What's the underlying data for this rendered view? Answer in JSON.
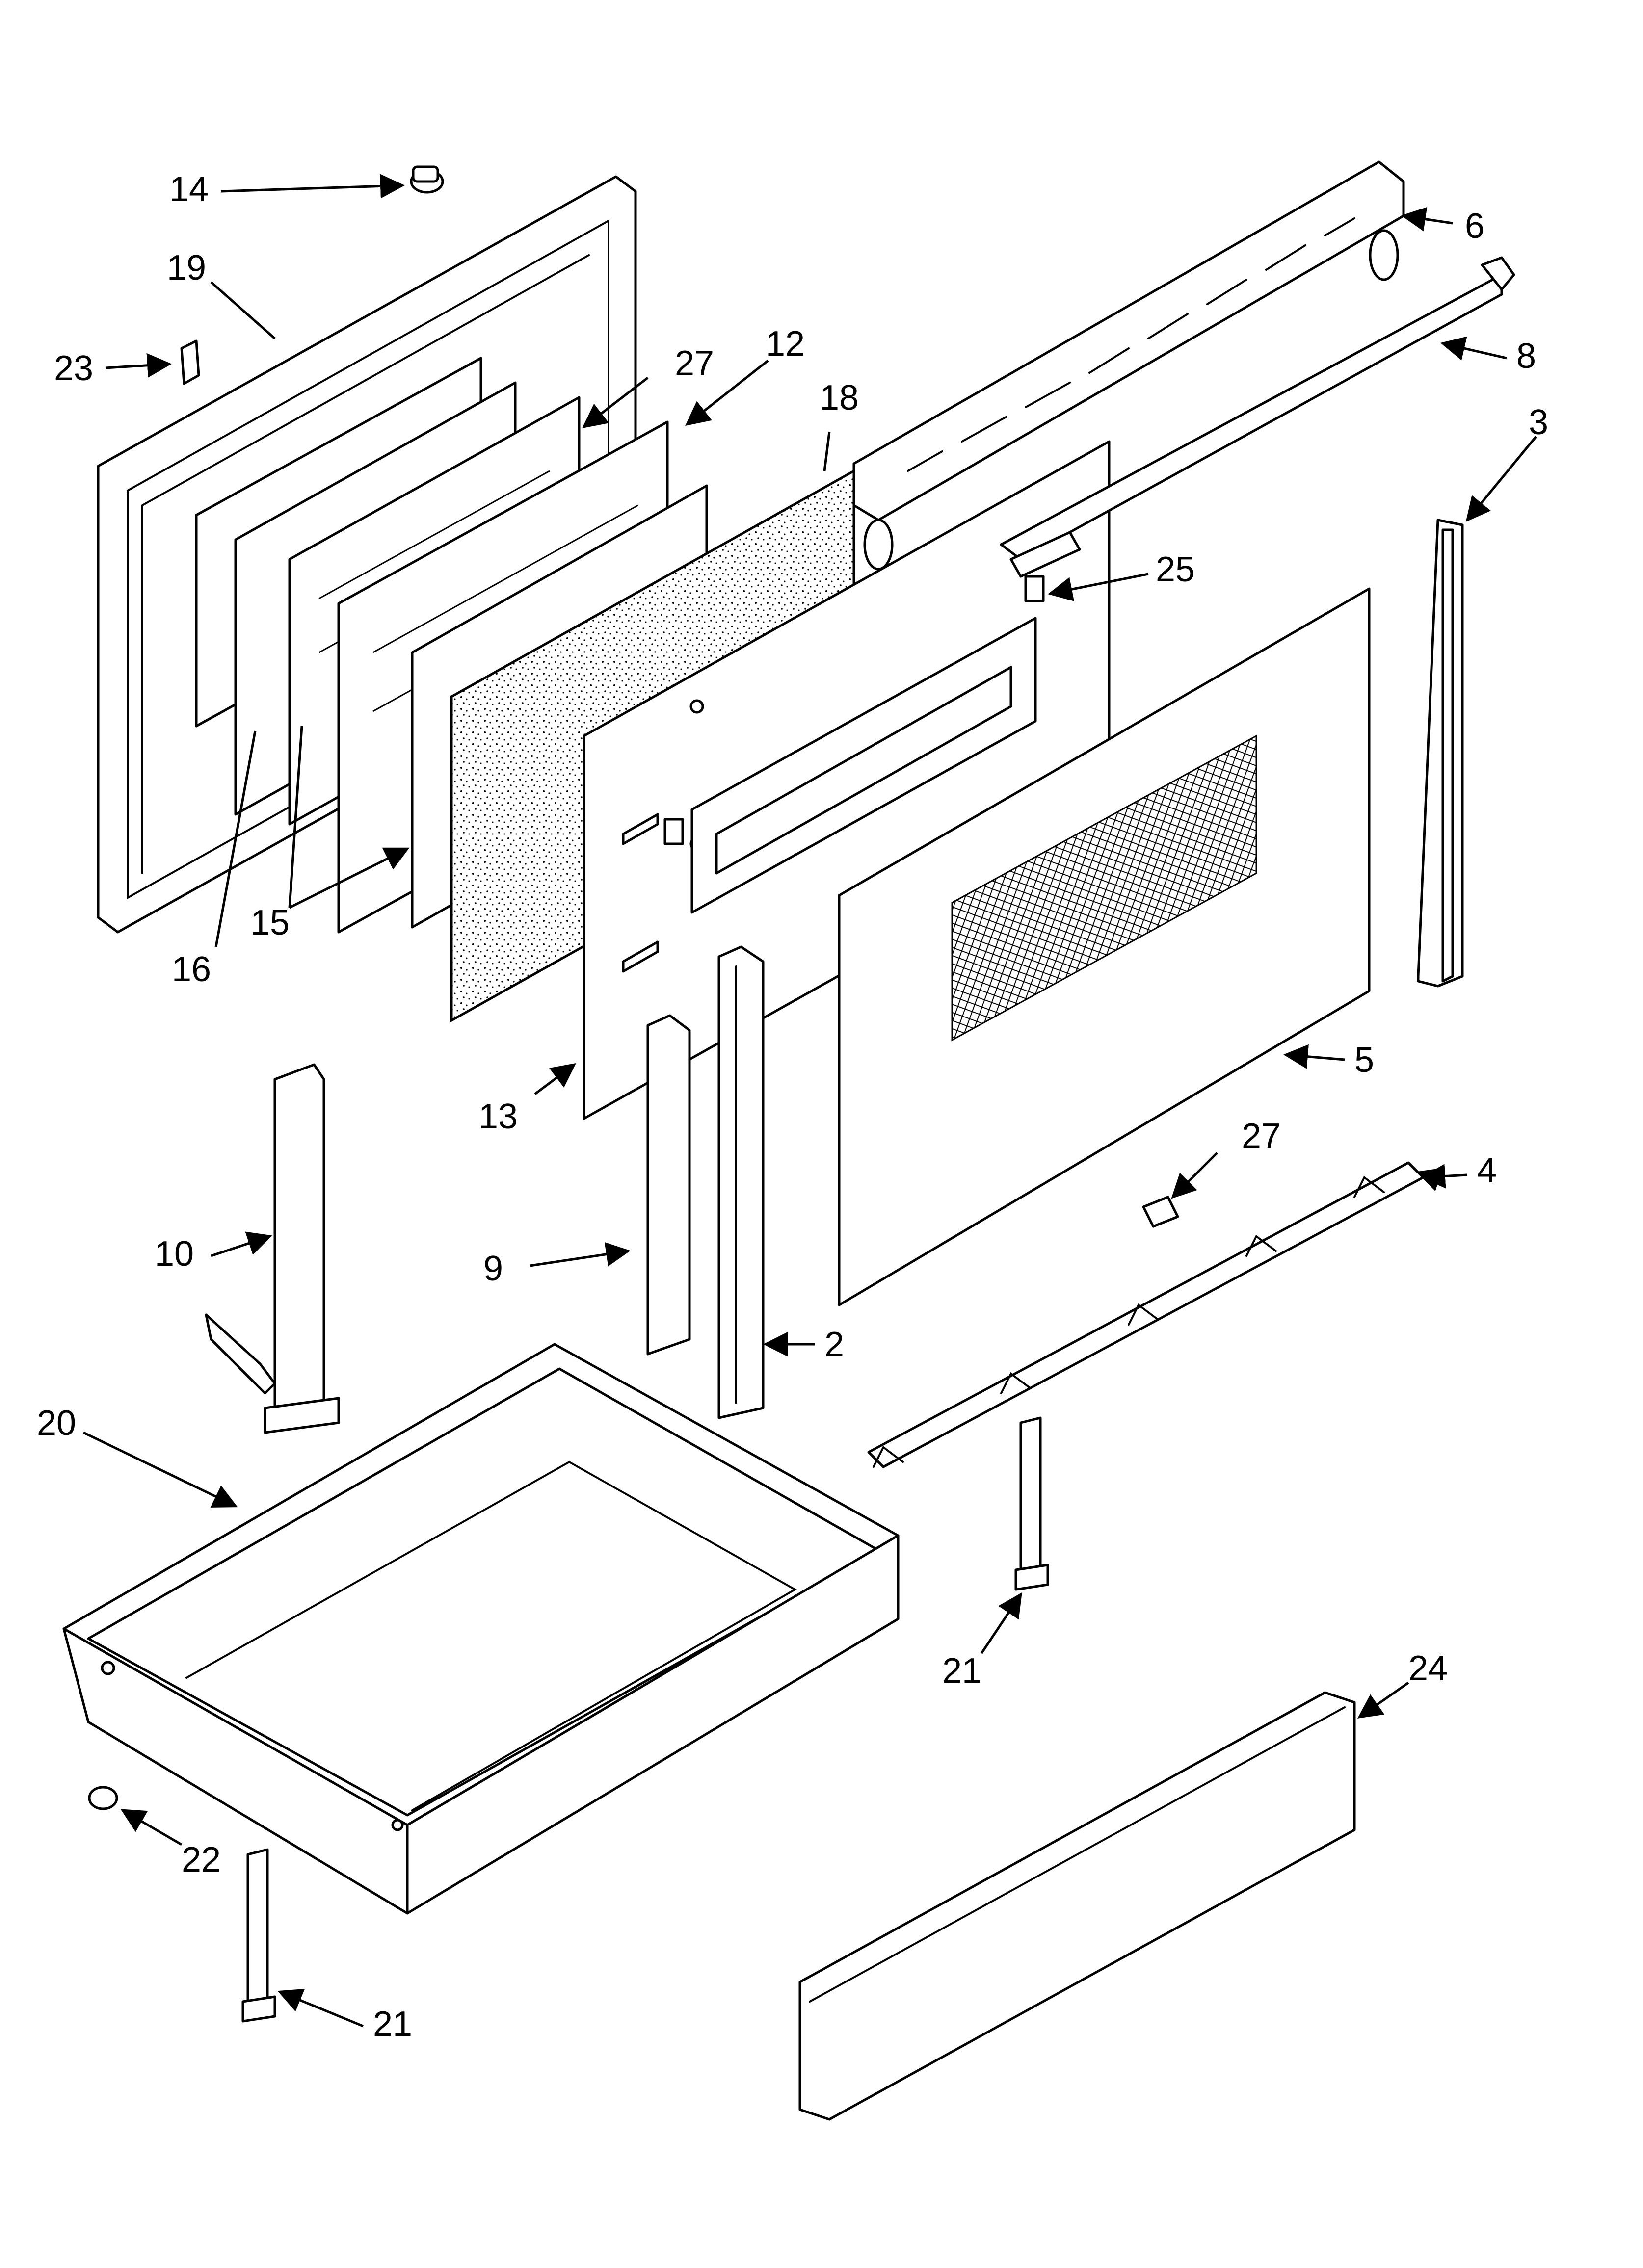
{
  "callouts": {
    "c2": "2",
    "c3": "3",
    "c4": "4",
    "c5": "5",
    "c6": "6",
    "c8": "8",
    "c9": "9",
    "c10": "10",
    "c12": "12",
    "c13": "13",
    "c14": "14",
    "c15": "15",
    "c16": "16",
    "c18": "18",
    "c19": "19",
    "c20": "20",
    "c21a": "21",
    "c21b": "21",
    "c22": "22",
    "c23": "23",
    "c24": "24",
    "c25": "25",
    "c27a": "27",
    "c27b": "27"
  },
  "colors": {
    "line": "#000000",
    "background": "#ffffff"
  }
}
